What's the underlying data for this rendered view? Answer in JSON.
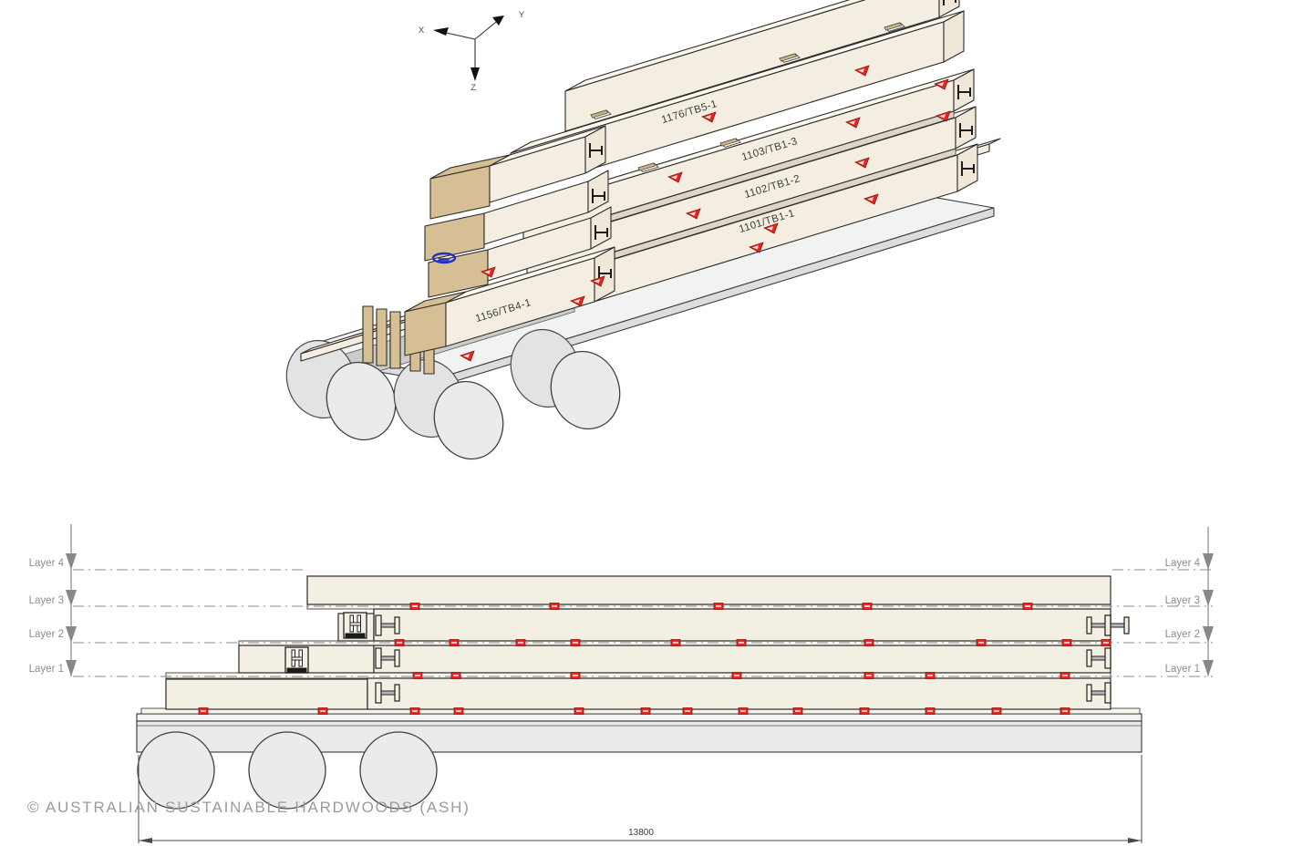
{
  "copyright": "© AUSTRALIAN SUSTAINABLE HARDWOODS (ASH)",
  "axis_triad": {
    "x_label": "X",
    "y_label": "Y",
    "z_label": "Z"
  },
  "isometric_view": {
    "beam_labels": [
      "1176/TB5-1",
      "1103/TB1-3",
      "1102/TB1-2",
      "1101/TB1-1",
      "1156/TB4-1"
    ]
  },
  "side_view": {
    "left_layer_labels": [
      "Layer 4",
      "Layer 3",
      "Layer 2",
      "Layer 1"
    ],
    "right_layer_labels": [
      "Layer 4",
      "Layer 3",
      "Layer 2",
      "Layer 1"
    ],
    "overall_length_dimension": "13800"
  },
  "colors": {
    "beam_face": "#f3eee1",
    "beam_top": "#faf7ee",
    "timber_end": "#d6bf94",
    "outline": "#2e2c28",
    "marker_red": "#e8251f",
    "marker_blue": "#2330c8",
    "deck_gray": "#f1f2f2",
    "annotation_gray": "#8a8e91"
  }
}
